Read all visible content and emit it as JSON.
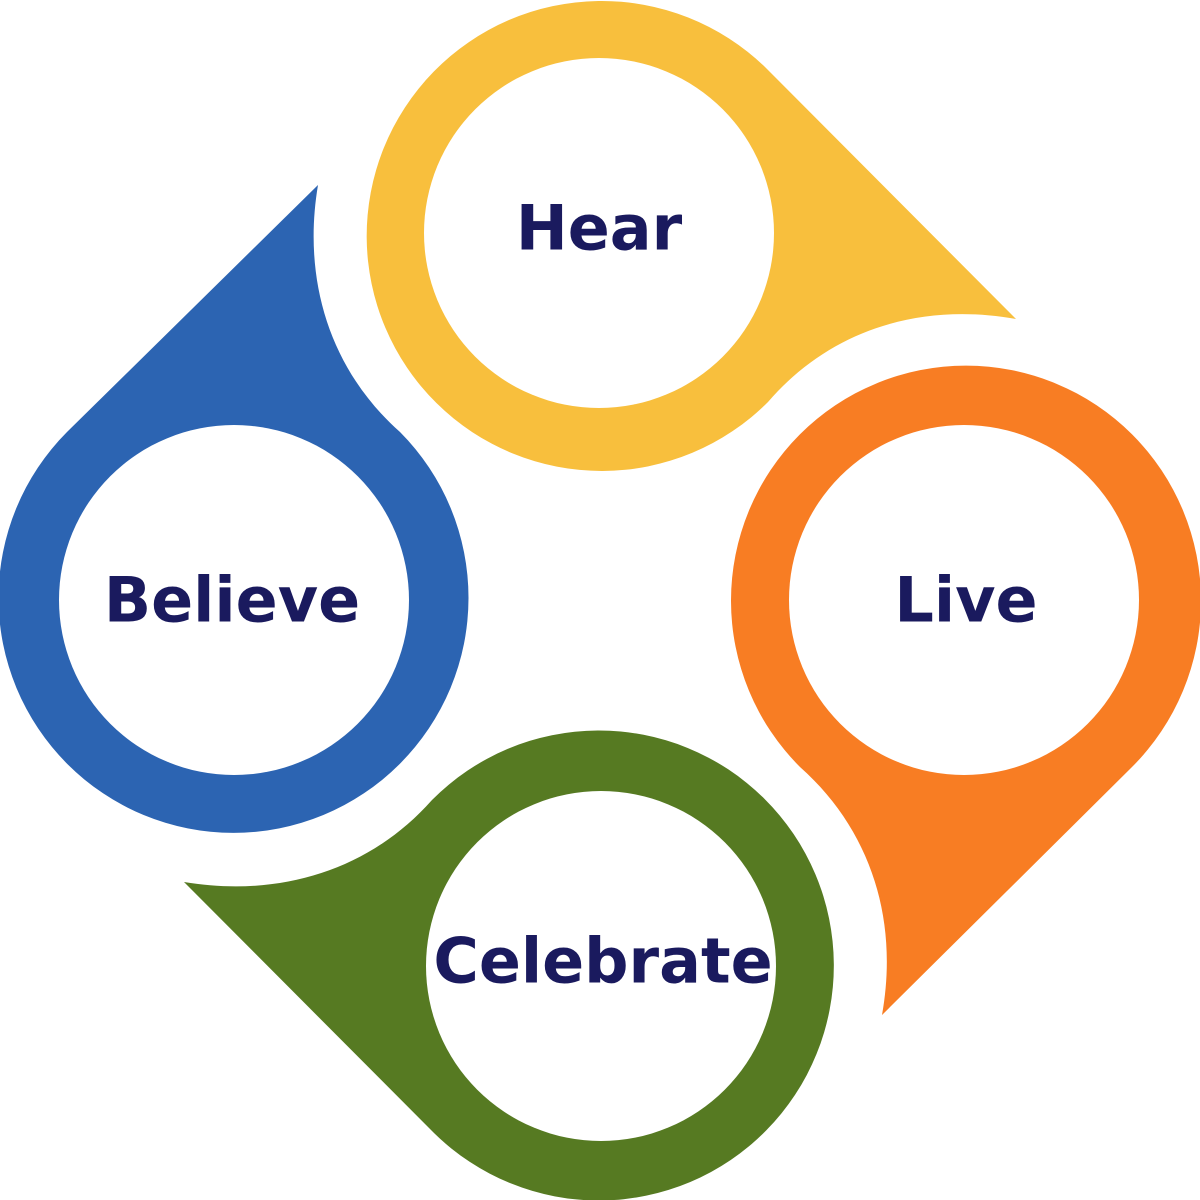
{
  "diagram": {
    "text_color": "#1a1a5e",
    "nodes": [
      {
        "id": "hear",
        "label": "Hear",
        "color": "#f8bf3d"
      },
      {
        "id": "live",
        "label": "Live",
        "color": "#f87d23"
      },
      {
        "id": "celebrate",
        "label": "Celebrate",
        "color": "#567a22"
      },
      {
        "id": "believe",
        "label": "Believe",
        "color": "#2c64b2"
      }
    ]
  }
}
